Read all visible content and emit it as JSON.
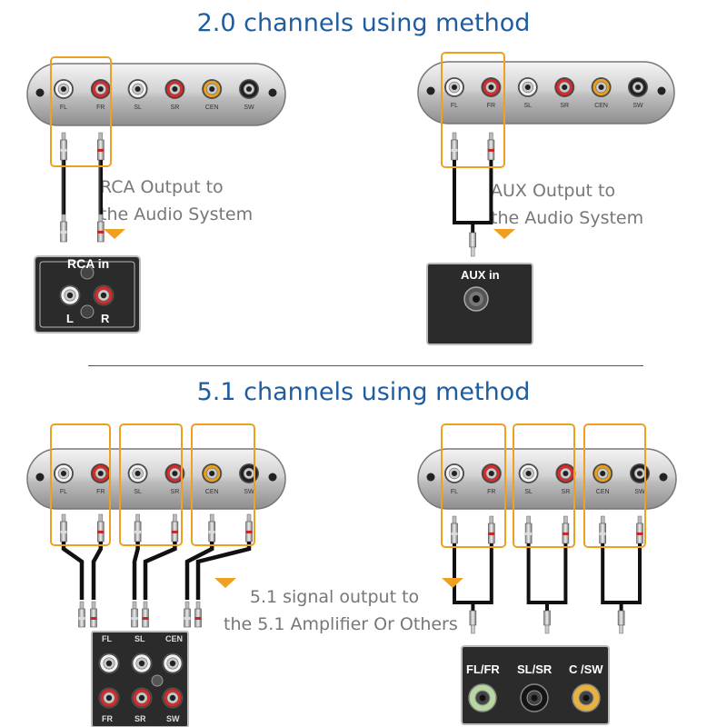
{
  "titles": {
    "stereo": "2.0 channels using method",
    "surround": "5.1 channels using method"
  },
  "captions": {
    "rca": [
      "RCA Output to",
      "the Audio System"
    ],
    "aux": [
      "AUX Output to",
      "the Audio System"
    ],
    "surround": [
      "5.1 signal output to",
      "the 5.1 Amplifier Or Others"
    ]
  },
  "decoder_ports": [
    "FL",
    "FR",
    "SL",
    "SR",
    "CEN",
    "SW"
  ],
  "boxes": {
    "rca_in": {
      "title": "RCA in",
      "left": "L",
      "right": "R"
    },
    "aux_in": {
      "title": "AUX in"
    },
    "amp_rca": {
      "top_labels": [
        "FL",
        "SL",
        "CEN"
      ],
      "bottom_labels": [
        "FR",
        "SR",
        "SW"
      ]
    },
    "amp_jack": {
      "labels": [
        "FL/FR",
        "SL/SR",
        "C /SW"
      ]
    }
  },
  "colors": {
    "title": "#1f5d9e",
    "highlight": "#f0a020",
    "arrow": "#f0a020"
  }
}
